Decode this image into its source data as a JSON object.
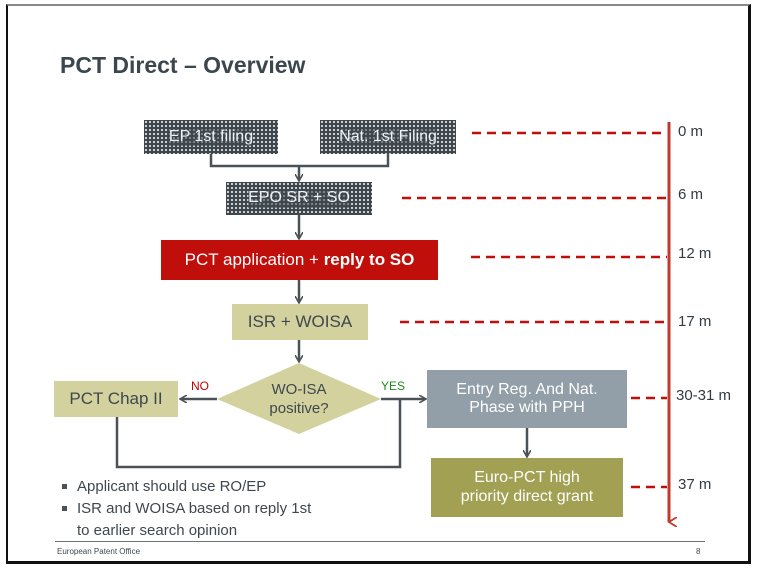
{
  "slide": {
    "title": "PCT Direct – Overview",
    "footer": "European Patent Office",
    "page_number": "8"
  },
  "flow": {
    "ep_filing": "EP 1st filing",
    "nat_filing": "Nat. 1st Filing",
    "epo_sr_so": "EPO SR + SO",
    "pct_app_normal": "PCT application + ",
    "pct_app_bold": "reply to SO",
    "isr_woisa": "ISR + WOISA",
    "decision_line1": "WO-ISA",
    "decision_line2": "positive?",
    "no_label": "NO",
    "yes_label": "YES",
    "chap2": "PCT Chap II",
    "entry_line1": "Entry Reg. And Nat.",
    "entry_line2": "Phase with PPH",
    "euro_line1": "Euro-PCT high",
    "euro_line2": "priority direct grant"
  },
  "timeline": {
    "labels": [
      "0 m",
      "6 m",
      "12 m",
      "17 m",
      "30-31 m",
      "37 m"
    ]
  },
  "bullets": {
    "items": [
      "Applicant should use RO/EP",
      "ISR and WOISA based on reply 1st"
    ],
    "continuation": "to earlier search opinion"
  },
  "colors": {
    "accent_red": "#c00f0b",
    "timeline_red": "#c0392b",
    "tan": "#d3d29f",
    "grey_box": "#929fa8",
    "olive": "#a2a052",
    "dark_box": "#3f474e",
    "no_color": "#c00000",
    "yes_color": "#1f8a1f"
  }
}
